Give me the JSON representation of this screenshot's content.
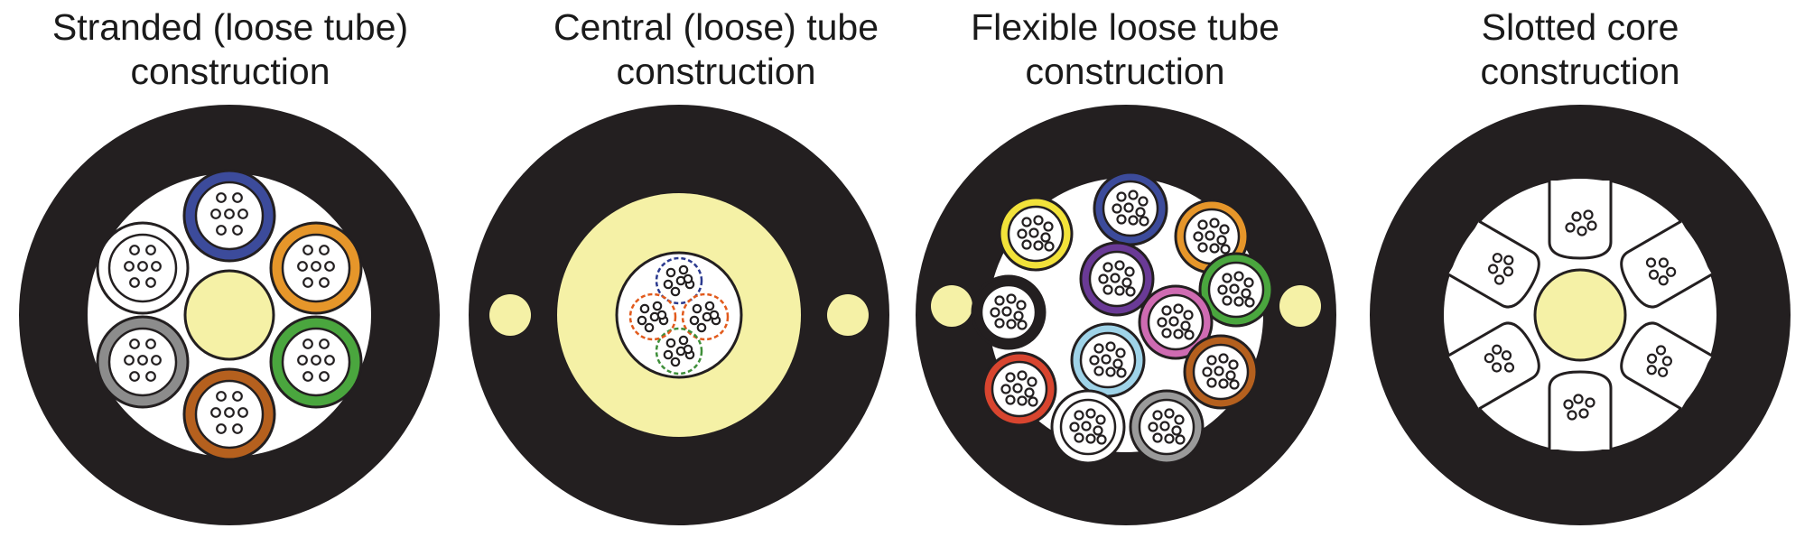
{
  "colors": {
    "jacket": "#231f20",
    "strength_member": "#f5f1a6",
    "white": "#ffffff",
    "outline": "#231f20"
  },
  "panels": [
    {
      "id": "stranded",
      "title_line1": "Stranded (loose tube)",
      "title_line2": "construction",
      "tube_colors": [
        "#3c4b9b",
        "#e6962a",
        "#4aa63e",
        "#b5601e",
        "#8c8c8c",
        "#ffffff"
      ]
    },
    {
      "id": "central",
      "title_line1": "Central (loose) tube",
      "title_line2": "construction",
      "subunit_colors": [
        "#2b3a8f",
        "#e25a1c",
        "#3f8f3a",
        "#e25a1c"
      ]
    },
    {
      "id": "flexible",
      "title_line1": "Flexible loose tube",
      "title_line2": "construction",
      "tube_colors": [
        "#f2e23a",
        "#3c4b9b",
        "#e6962a",
        "#231f20",
        "#6a3a96",
        "#4aa63e",
        "#d8452f",
        "#cf6bb2",
        "#9fd3e8",
        "#b5601e",
        "#ffffff",
        "#9a9a9a"
      ]
    },
    {
      "id": "slotted",
      "title_line1": "Slotted core",
      "title_line2": "construction"
    }
  ]
}
